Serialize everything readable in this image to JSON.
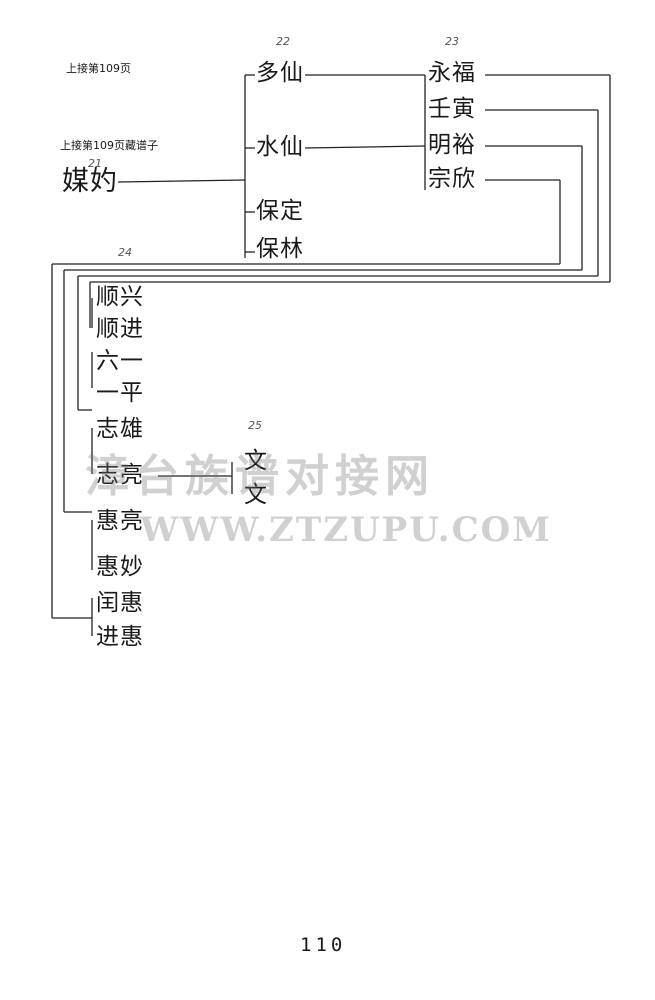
{
  "notes": {
    "top": "上接第109页",
    "second": "上接第109页藏谱子"
  },
  "generations": [
    "21",
    "22",
    "23",
    "24",
    "25"
  ],
  "root": "媒妁",
  "gen22": [
    "多仙",
    "水仙",
    "保定",
    "保林"
  ],
  "gen23": [
    "永福",
    "壬寅",
    "明裕",
    "宗欣"
  ],
  "gen24": [
    "顺兴",
    "顺进",
    "六一",
    "一平",
    "志雄",
    "志亮",
    "惠亮",
    "惠妙",
    "闰惠",
    "进惠"
  ],
  "gen25": [
    "文",
    "文"
  ],
  "watermark": {
    "cn": "漳台族谱对接网",
    "url": "WWW.ZTZUPU.COM"
  },
  "page_number": "110"
}
